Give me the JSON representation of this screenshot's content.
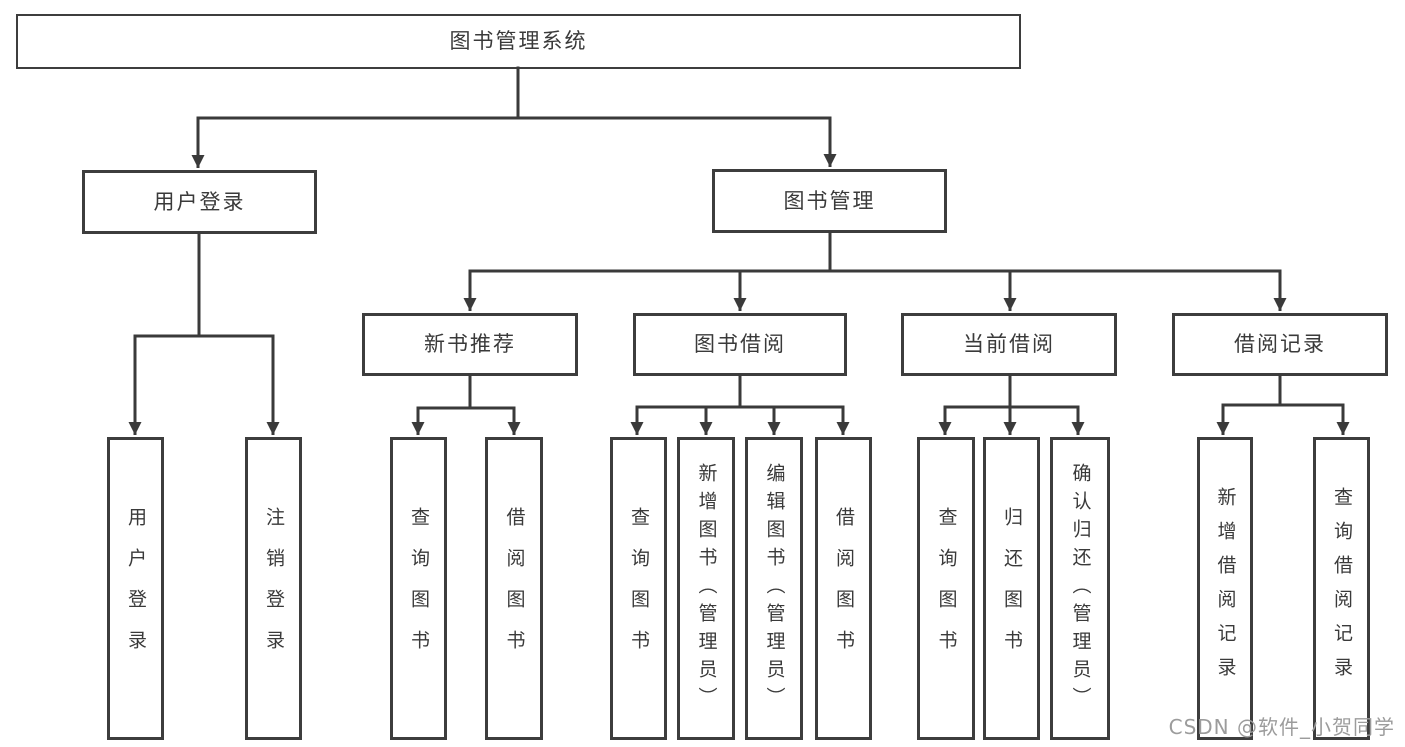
{
  "colors": {
    "background": "#ffffff",
    "line": "#3a3a3a",
    "border": "#3d3d3d",
    "text": "#3a3a3a",
    "watermark": "#9c9c9c"
  },
  "watermark": "CSDN @软件_小贺同学",
  "tree": {
    "label": "图书管理系统",
    "children": [
      {
        "label": "用户登录",
        "children": [
          {
            "label": "用户登录"
          },
          {
            "label": "注销登录"
          }
        ]
      },
      {
        "label": "图书管理",
        "children": [
          {
            "label": "新书推荐",
            "children": [
              {
                "label": "查询图书"
              },
              {
                "label": "借阅图书"
              }
            ]
          },
          {
            "label": "图书借阅",
            "children": [
              {
                "label": "查询图书"
              },
              {
                "label": "新增图书（管理员）"
              },
              {
                "label": "编辑图书（管理员）"
              },
              {
                "label": "借阅图书"
              }
            ]
          },
          {
            "label": "当前借阅",
            "children": [
              {
                "label": "查询图书"
              },
              {
                "label": "归还图书"
              },
              {
                "label": "确认归还（管理员）"
              }
            ]
          },
          {
            "label": "借阅记录",
            "children": [
              {
                "label": "新增借阅记录"
              },
              {
                "label": "查询借阅记录"
              }
            ]
          }
        ]
      }
    ]
  }
}
